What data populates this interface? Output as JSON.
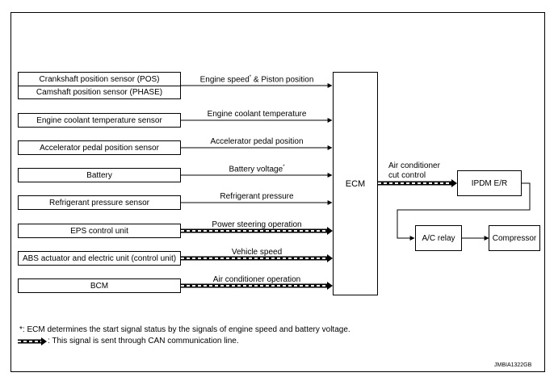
{
  "inputs": [
    {
      "id": "pos",
      "label": "Crankshaft position sensor (POS)"
    },
    {
      "id": "phase",
      "label": "Camshaft position sensor (PHASE)"
    },
    {
      "id": "ect",
      "label": "Engine coolant temperature sensor"
    },
    {
      "id": "app",
      "label": "Accelerator pedal position sensor"
    },
    {
      "id": "bat",
      "label": "Battery"
    },
    {
      "id": "ref",
      "label": "Refrigerant pressure sensor"
    },
    {
      "id": "eps",
      "label": "EPS control unit"
    },
    {
      "id": "abs",
      "label": "ABS actuator and electric unit (control unit)"
    },
    {
      "id": "bcm",
      "label": "BCM"
    }
  ],
  "signals": {
    "engine_speed": "Engine speed",
    "engine_speed_mark": "*",
    "engine_speed_rest": " & Piston position",
    "coolant": "Engine coolant temperature",
    "accel": "Accelerator pedal position",
    "battery": "Battery voltage",
    "battery_mark": "*",
    "refrigerant": "Refrigerant pressure",
    "power_steering": "Power steering operation",
    "vehicle_speed": "Vehicle speed",
    "ac_operation": "Air conditioner operation",
    "ac_cut_line1": "Air conditioner",
    "ac_cut_line2": "cut control"
  },
  "ecm": {
    "label": "ECM"
  },
  "outputs": {
    "ipdm": "IPDM E/R",
    "ac_relay": "A/C relay",
    "compressor": "Compressor"
  },
  "notes": {
    "footnote": "*: ECM determines the start signal status by the signals of engine speed and battery voltage.",
    "can_note": ": This signal is sent through CAN communication line."
  },
  "figure_code": "JMBIA1322GB"
}
